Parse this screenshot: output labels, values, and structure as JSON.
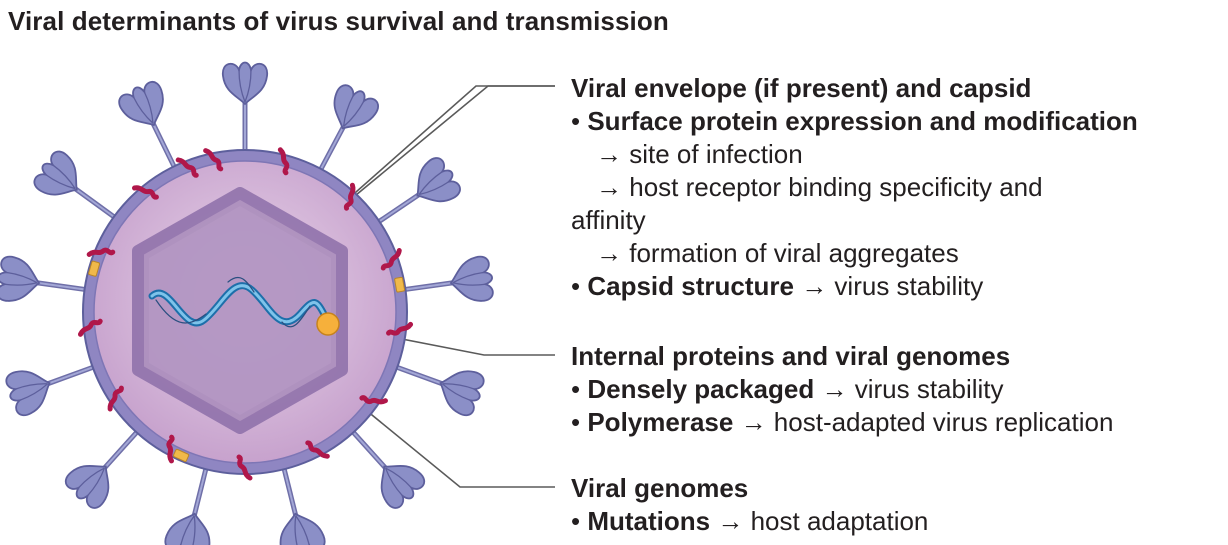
{
  "title": "Viral determinants of virus survival and transmission",
  "arrow_symbol": "→",
  "bullet_symbol": "•",
  "sections": [
    {
      "heading": "Viral envelope (if present) and capsid",
      "bullet1_bold": "Surface protein expression and modification",
      "sub1": "site of infection",
      "sub2": "host receptor binding specificity and",
      "sub2_cont": "affinity",
      "sub3": "formation of viral aggregates",
      "bullet2_bold": "Capsid structure",
      "bullet2_rest": "virus stability"
    },
    {
      "heading": "Internal proteins and viral genomes",
      "bullet1_bold": "Densely packaged",
      "bullet1_rest": "virus stability",
      "bullet2_bold": "Polymerase",
      "bullet2_rest": "host-adapted virus replication"
    },
    {
      "heading": "Viral genomes",
      "bullet1_bold": "Mutations",
      "bullet1_rest": "host adaptation"
    }
  ],
  "colors": {
    "envelope": "#8f86c2",
    "interior": "#c8a9cf",
    "capsid": "#8d6fa9",
    "spike": "#8b8fc7",
    "membrane_protein": "#b0174a",
    "ion_channel": "#f0b94a",
    "genome": "#5fa6d6",
    "polymerase": "#f6b03b",
    "leader_line": "#5a5a5a"
  }
}
